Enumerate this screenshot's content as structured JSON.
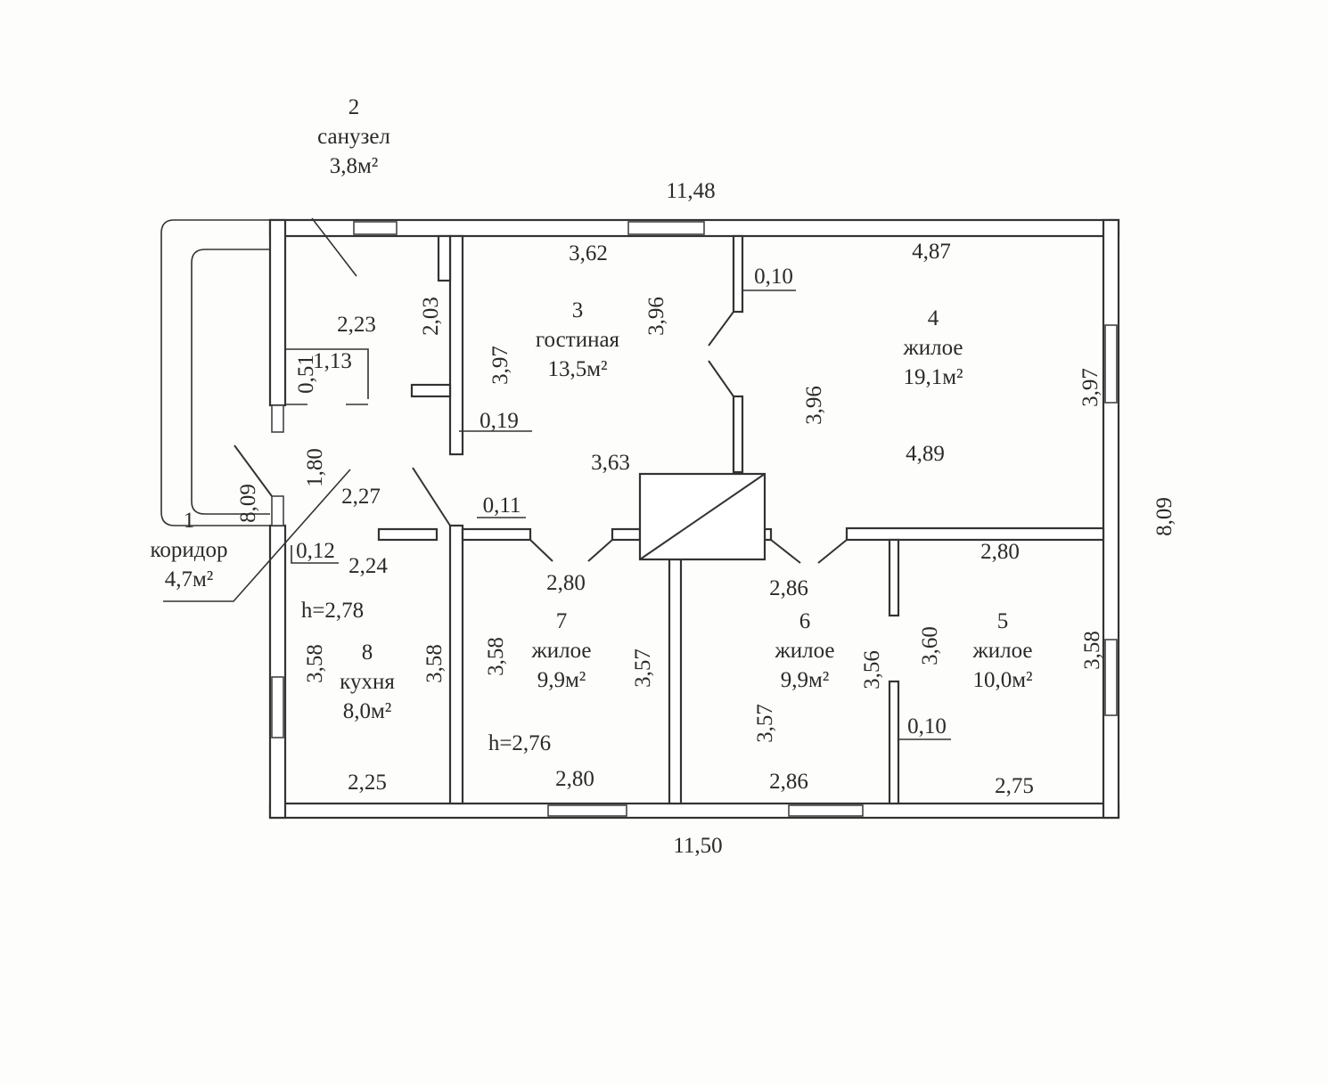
{
  "rooms": [
    {
      "number": "1",
      "name": "коридор",
      "area": "4,7м²"
    },
    {
      "number": "2",
      "name": "санузел",
      "area": "3,8м²"
    },
    {
      "number": "3",
      "name": "гостиная",
      "area": "13,5м²"
    },
    {
      "number": "4",
      "name": "жилое",
      "area": "19,1м²"
    },
    {
      "number": "5",
      "name": "жилое",
      "area": "10,0м²"
    },
    {
      "number": "6",
      "name": "жилое",
      "area": "9,9м²"
    },
    {
      "number": "7",
      "name": "жилое",
      "area": "9,9м²"
    },
    {
      "number": "8",
      "name": "кухня",
      "area": "8,0м²"
    }
  ],
  "dims": [
    "11,48",
    "3,62",
    "4,87",
    "0,10",
    "3,96",
    "2,23",
    "2,03",
    "3,97",
    "0,51",
    "1,13",
    "0,19",
    "3,96",
    "3,97",
    "4,89",
    "3,63",
    "1,80",
    "8,09",
    "2,27",
    "0,11",
    "8,09",
    "0,12",
    "2,24",
    "2,80",
    "2,86",
    "2,80",
    "h=2,78",
    "3,58",
    "3,58",
    "3,58",
    "3,57",
    "3,56",
    "3,60",
    "3,58",
    "3,57",
    "0,10",
    "h=2,76",
    "2,25",
    "2,80",
    "2,86",
    "2,75",
    "11,50"
  ]
}
